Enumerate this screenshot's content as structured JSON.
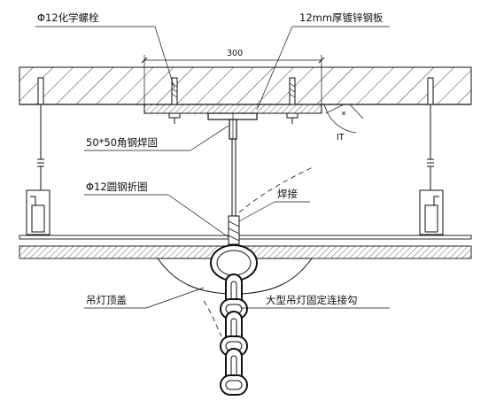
{
  "labels": {
    "chem_bolt": "Φ12化学螺栓",
    "steel_plate": "12mm厚镀锌钢板",
    "dimension": "300",
    "angle_weld": "50*50角钢焊固",
    "round_bar": "Φ12圆钢折圈",
    "weld": "焊接",
    "cap": "吊灯顶盖",
    "hook": "大型吊灯固定连接勾",
    "light_icon_text": "IT"
  }
}
